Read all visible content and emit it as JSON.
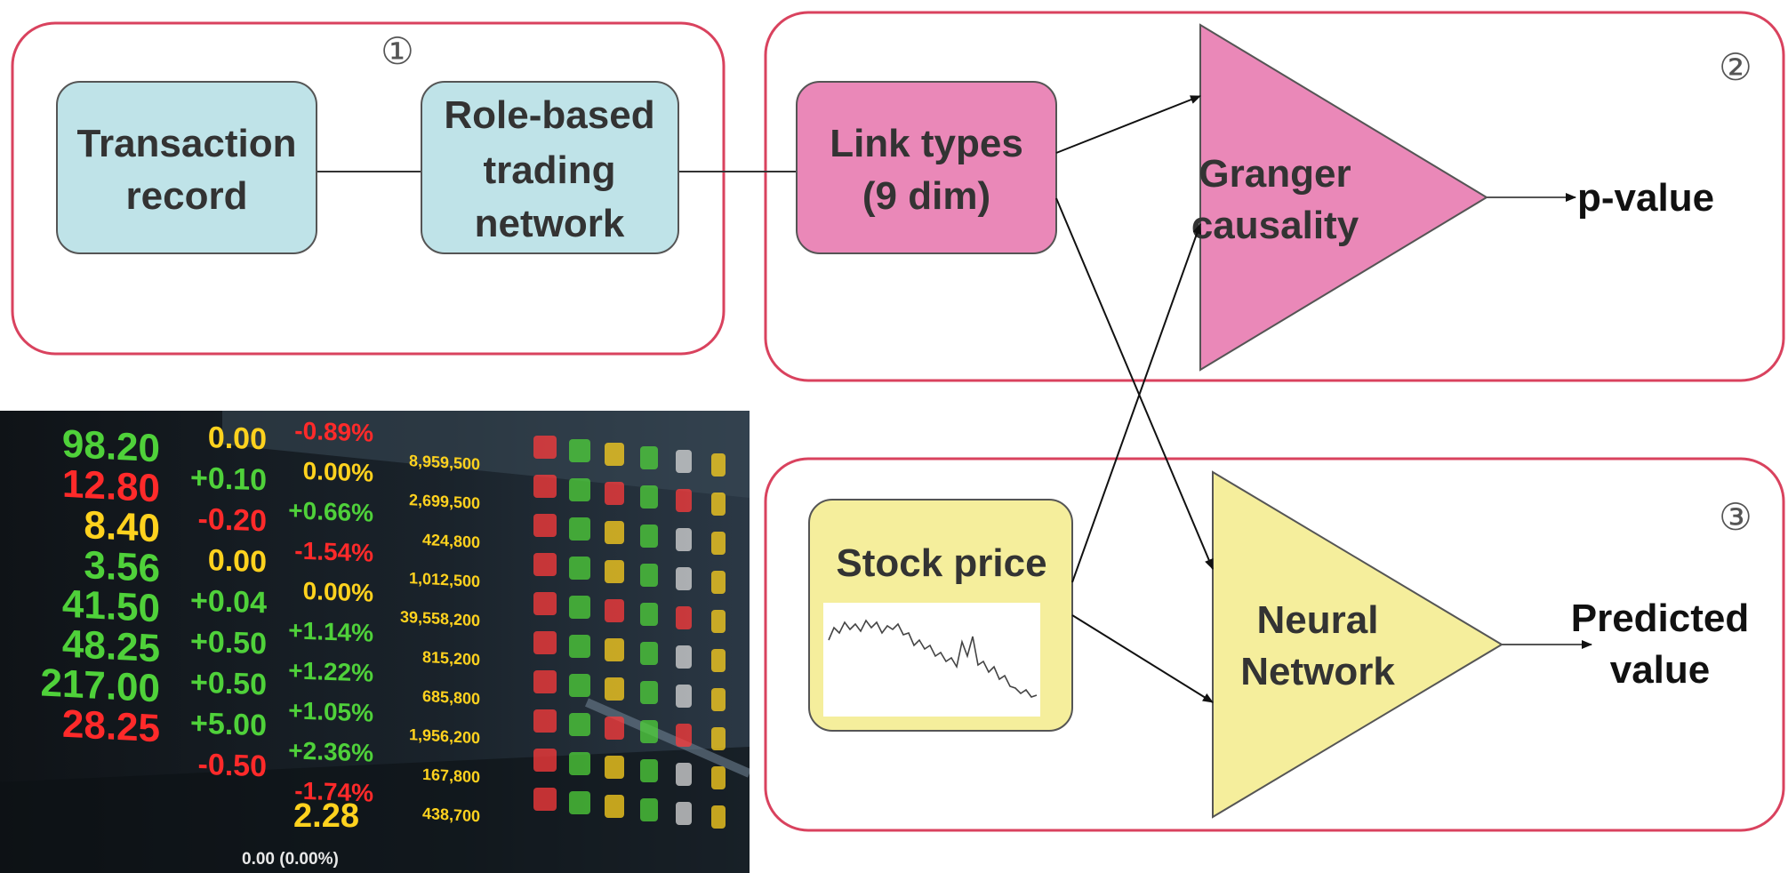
{
  "panels": {
    "panel1": {
      "number": "①"
    },
    "panel2": {
      "number": "②"
    },
    "panel3": {
      "number": "③"
    }
  },
  "nodes": {
    "transaction_record": {
      "lines": [
        "Transaction",
        "record"
      ]
    },
    "role_based_network": {
      "lines": [
        "Role-based",
        "trading",
        "network"
      ]
    },
    "link_types": {
      "lines": [
        "Link types",
        "(9 dim)"
      ]
    },
    "granger": {
      "lines": [
        "Granger",
        "causality"
      ]
    },
    "stock_price": {
      "label": "Stock price"
    },
    "neural_network": {
      "lines": [
        "Neural",
        "Network"
      ]
    }
  },
  "outputs": {
    "p_value": "p-value",
    "predicted": [
      "Predicted",
      "value"
    ]
  },
  "colors": {
    "panel_border": "#d9425e",
    "blue_box": "#bfe3e8",
    "pink": "#ea88b8",
    "yellow": "#f5ee9c"
  },
  "stock_board": {
    "col1": [
      {
        "text": "98.20",
        "color": "green"
      },
      {
        "text": "12.80",
        "color": "red"
      },
      {
        "text": "8.40",
        "color": "yellow"
      },
      {
        "text": "3.56",
        "color": "green"
      },
      {
        "text": "41.50",
        "color": "green"
      },
      {
        "text": "48.25",
        "color": "green"
      },
      {
        "text": "217.00",
        "color": "green"
      },
      {
        "text": "28.25",
        "color": "red"
      }
    ],
    "col2": [
      {
        "text": "0.00",
        "color": "yellow"
      },
      {
        "text": "+0.10",
        "color": "green"
      },
      {
        "text": "-0.20",
        "color": "red"
      },
      {
        "text": "0.00",
        "color": "yellow"
      },
      {
        "text": "+0.04",
        "color": "green"
      },
      {
        "text": "+0.50",
        "color": "green"
      },
      {
        "text": "+0.50",
        "color": "green"
      },
      {
        "text": "+5.00",
        "color": "green"
      },
      {
        "text": "-0.50",
        "color": "red"
      }
    ],
    "col3": [
      {
        "text": "-0.89%",
        "color": "red"
      },
      {
        "text": "0.00%",
        "color": "yellow"
      },
      {
        "text": "+0.66%",
        "color": "green"
      },
      {
        "text": "-1.54%",
        "color": "red"
      },
      {
        "text": "0.00%",
        "color": "yellow"
      },
      {
        "text": "+1.14%",
        "color": "green"
      },
      {
        "text": "+1.22%",
        "color": "green"
      },
      {
        "text": "+1.05%",
        "color": "green"
      },
      {
        "text": "+2.36%",
        "color": "green"
      },
      {
        "text": "-1.74%",
        "color": "red"
      }
    ],
    "col4": [
      "8,959,500",
      "2,699,500",
      "424,800",
      "1,012,500",
      "39,558,200",
      "815,200",
      "685,800",
      "1,956,200",
      "167,800",
      "438,700"
    ],
    "bottom_value": "2.28",
    "bottom_change": "0.00 (0.00%)"
  }
}
